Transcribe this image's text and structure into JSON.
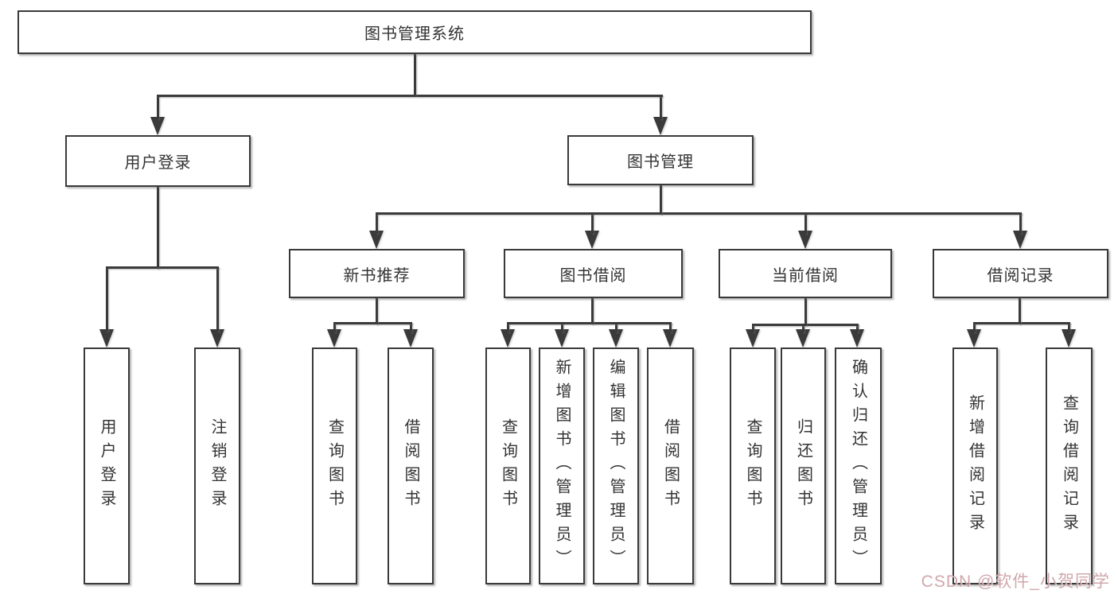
{
  "title": "图书管理系统",
  "colors": {
    "line": "#3a3a3a",
    "text": "#333333",
    "background": "#ffffff",
    "watermark": "#c99ba2"
  },
  "tree": {
    "root": {
      "label": "图书管理系统",
      "children": [
        {
          "label": "用户登录",
          "children": [
            {
              "label": "用户登录"
            },
            {
              "label": "注销登录"
            }
          ]
        },
        {
          "label": "图书管理",
          "children": [
            {
              "label": "新书推荐",
              "children": [
                {
                  "label": "查询图书"
                },
                {
                  "label": "借阅图书"
                }
              ]
            },
            {
              "label": "图书借阅",
              "children": [
                {
                  "label": "查询图书"
                },
                {
                  "label": "新增图书（管理员）"
                },
                {
                  "label": "编辑图书（管理员）"
                },
                {
                  "label": "借阅图书"
                }
              ]
            },
            {
              "label": "当前借阅",
              "children": [
                {
                  "label": "查询图书"
                },
                {
                  "label": "归还图书"
                },
                {
                  "label": "确认归还（管理员）"
                }
              ]
            },
            {
              "label": "借阅记录",
              "children": [
                {
                  "label": "新增借阅记录"
                },
                {
                  "label": "查询借阅记录"
                }
              ]
            }
          ]
        }
      ]
    }
  },
  "watermark": {
    "text": "CSDN @软件_小贺同学"
  }
}
